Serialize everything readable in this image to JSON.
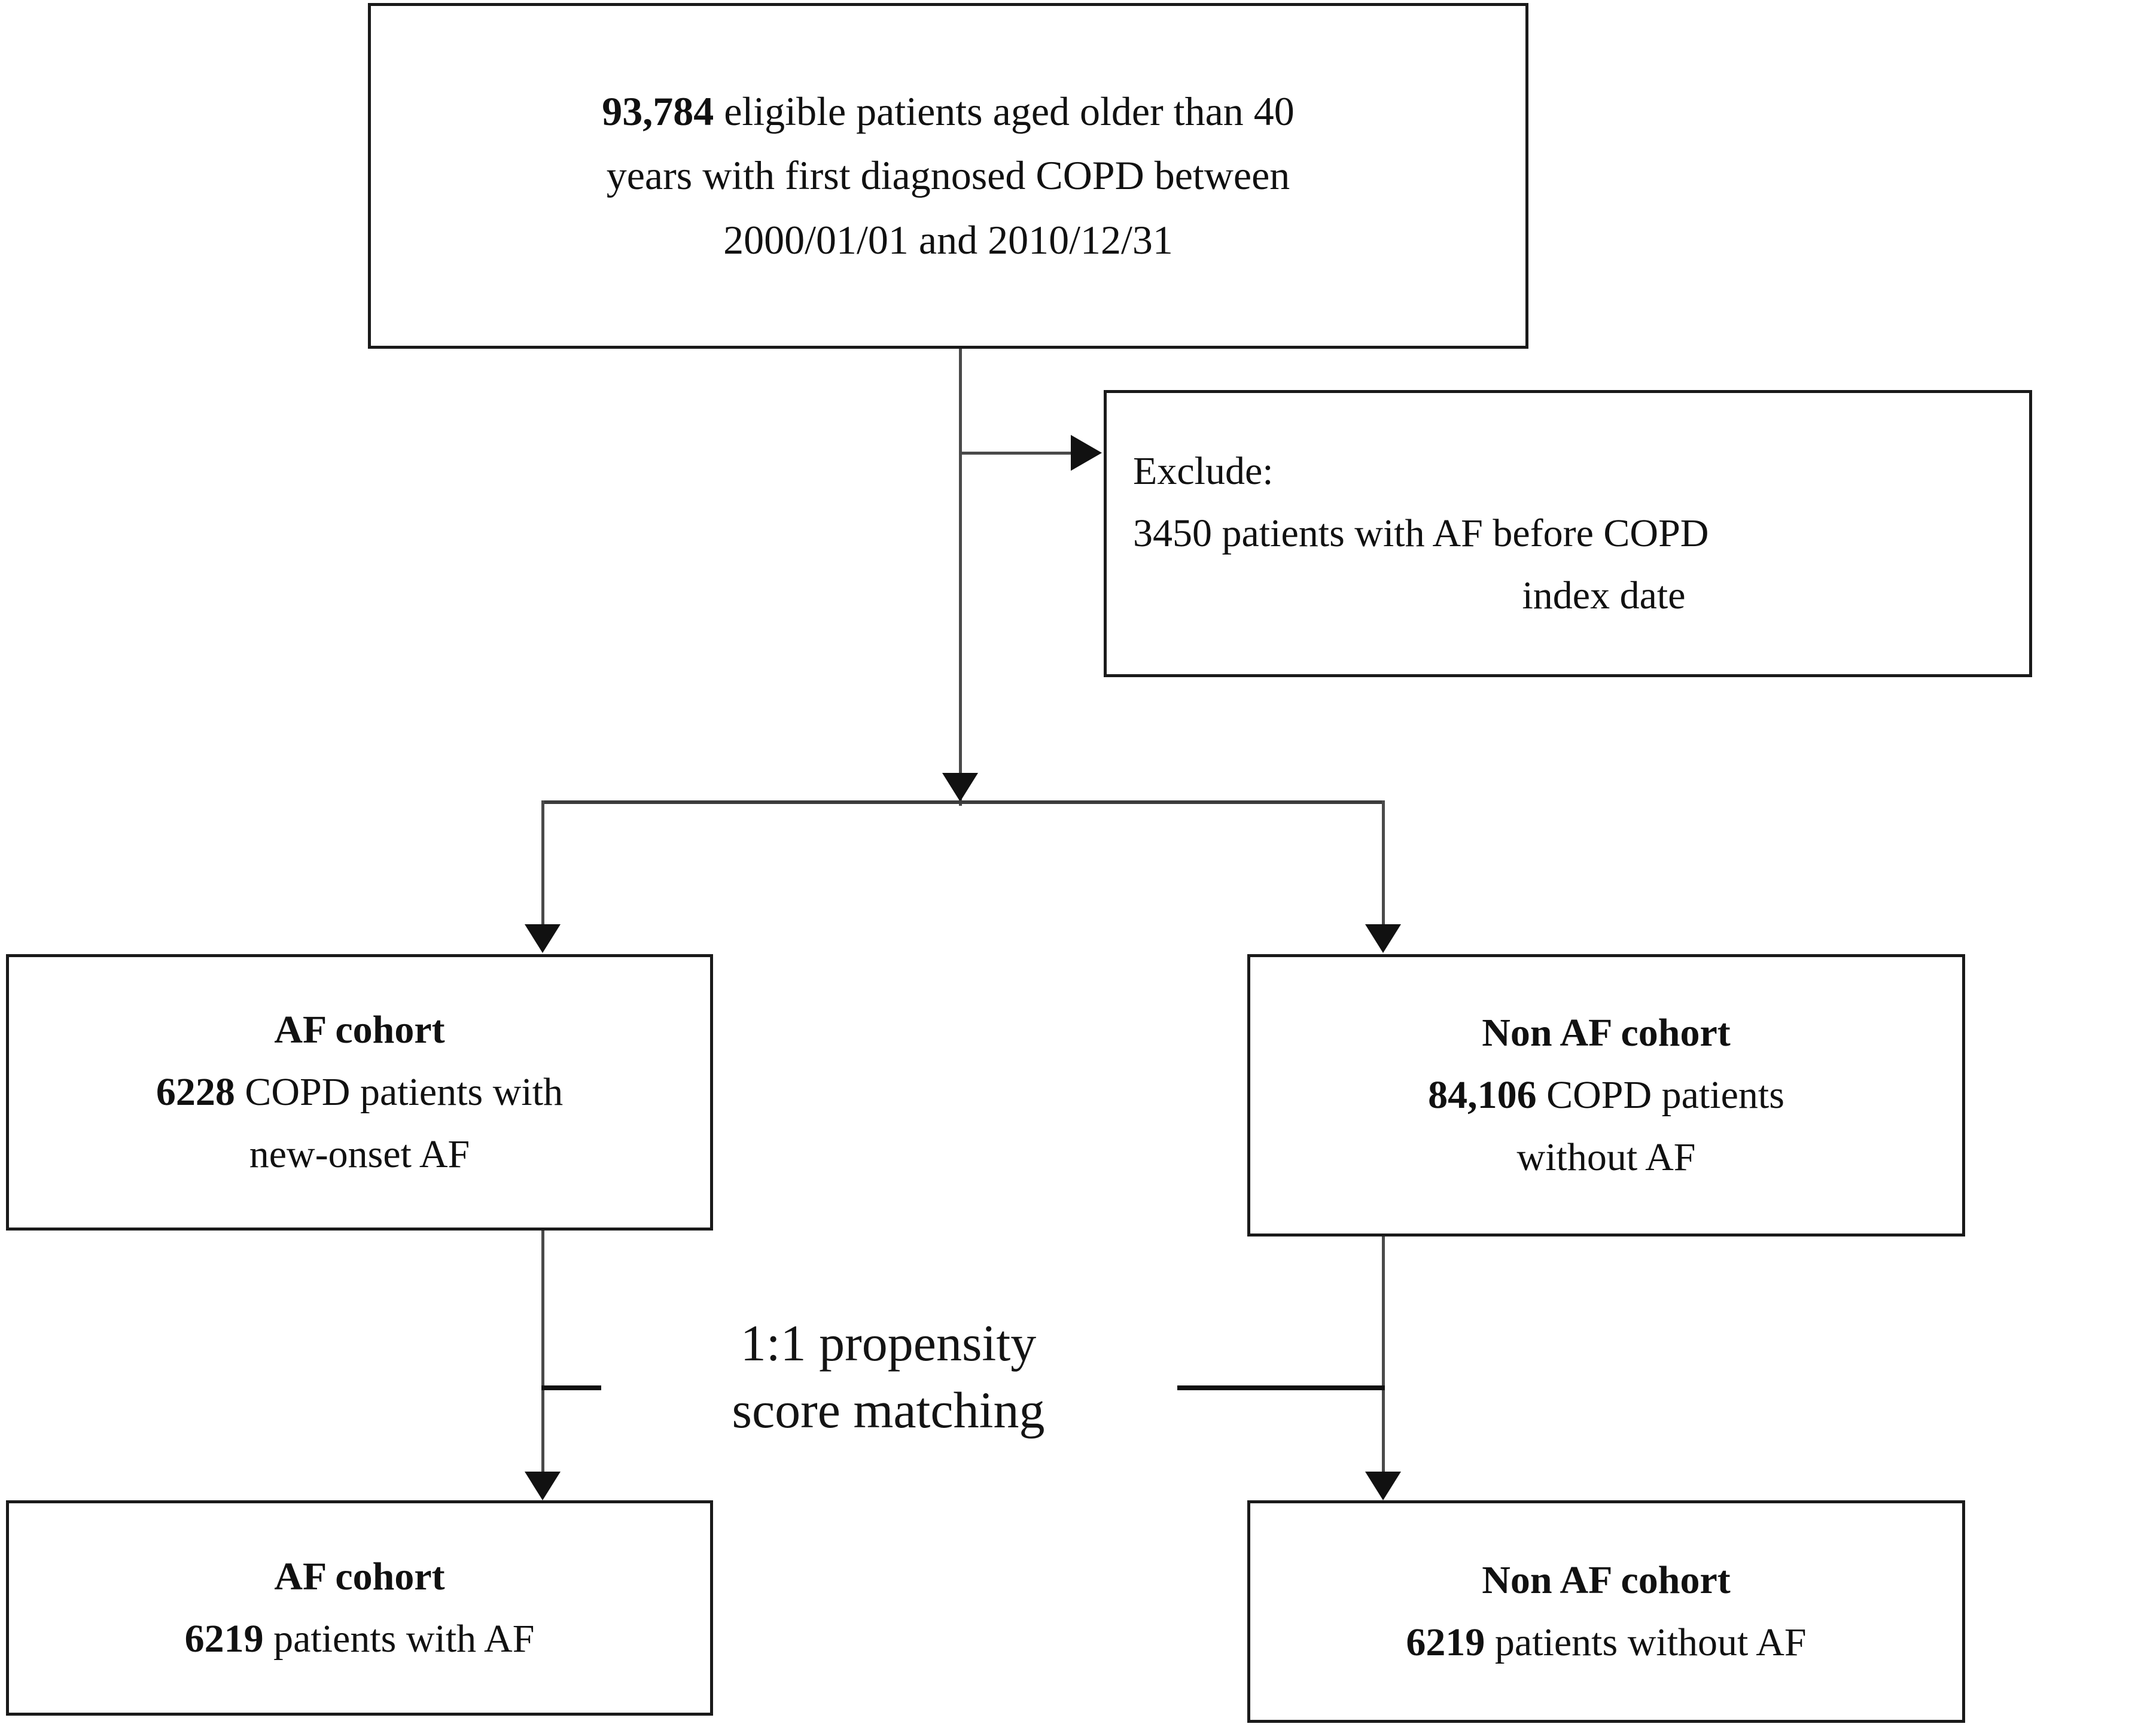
{
  "diagram": {
    "title": "COPD atrial fibrillation cohort selection flowchart",
    "nodes": {
      "source": {
        "count": "93,784",
        "line1_rest": " eligible patients aged older than 40",
        "line2": "years with first diagnosed COPD between",
        "line3": "2000/01/01 and 2010/12/31"
      },
      "exclude": {
        "heading": "Exclude:",
        "line1": "3450 patients with AF before COPD",
        "line2": "index date"
      },
      "af_cohort": {
        "header": "AF cohort",
        "count": "6228",
        "line2_rest": " COPD patients with",
        "line3": "new-onset AF"
      },
      "non_af_cohort": {
        "header": "Non AF cohort",
        "count": "84,106",
        "line2_rest": " COPD patients",
        "line3": "without AF"
      },
      "af_matched": {
        "header": "AF cohort",
        "count": "6219",
        "line2_rest": " patients with AF"
      },
      "non_af_matched": {
        "header": "Non AF cohort",
        "count": "6219",
        "line2_rest": " patients without AF"
      }
    },
    "matching_label": {
      "line1": "1:1 propensity",
      "line2": "score matching"
    },
    "colors": {
      "border": "#1a1a1a",
      "connector": "#4a4a4a",
      "arrow": "#111111",
      "text": "#111111",
      "background": "#ffffff"
    }
  }
}
